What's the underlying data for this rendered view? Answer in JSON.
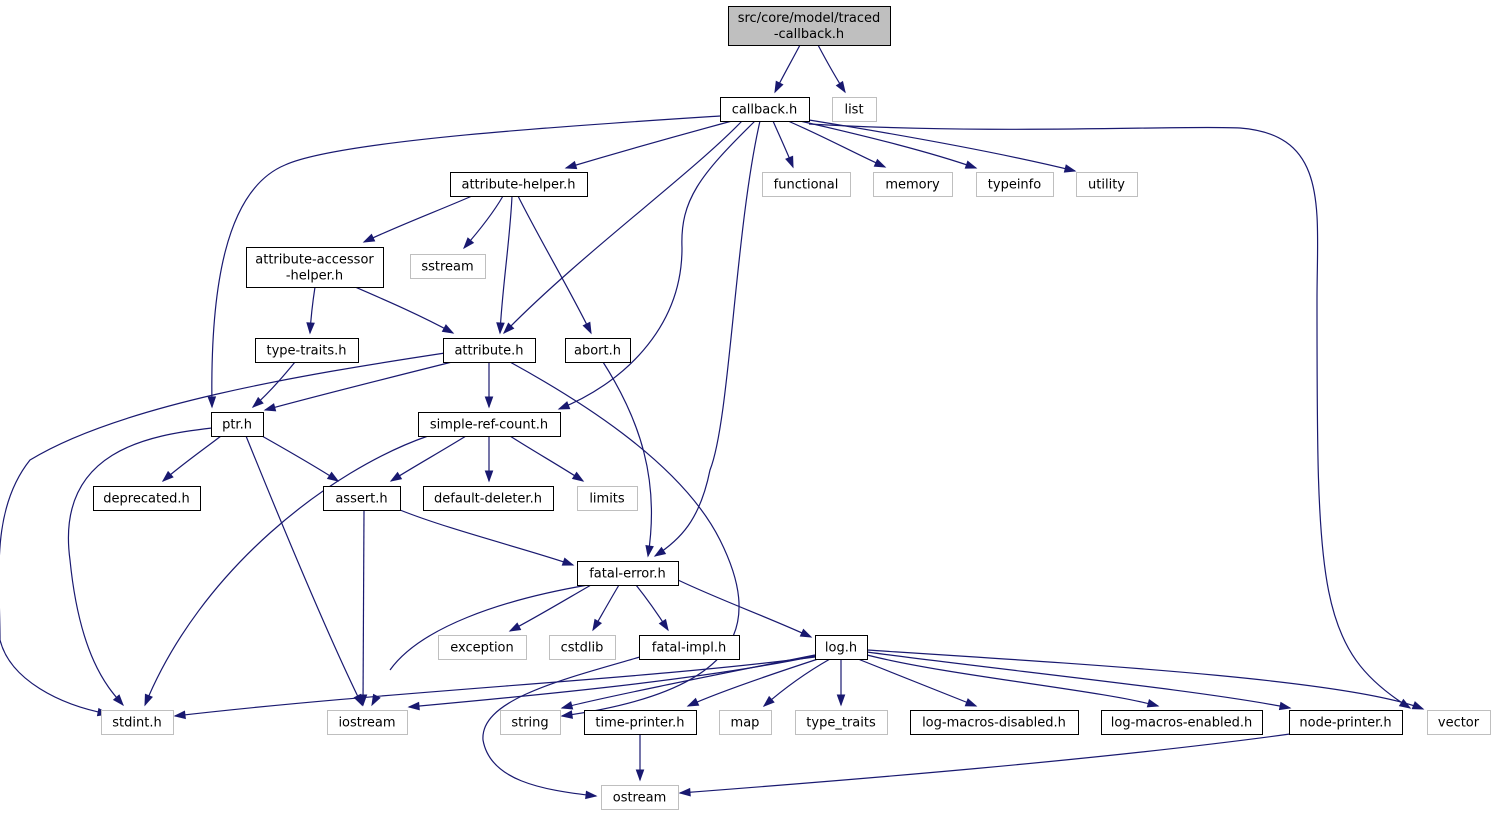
{
  "colors": {
    "edge": "#191970",
    "root_fill": "#bfbfbf",
    "root_border": "#000000",
    "documented_border": "#000000",
    "external_border": "#bfbfbf",
    "node_fill": "#ffffff",
    "text": "#000000"
  },
  "nodes": [
    {
      "id": "root",
      "lines": [
        "src/core/model/traced",
        "-callback.h"
      ],
      "kind": "root"
    },
    {
      "id": "callback",
      "lines": [
        "callback.h"
      ],
      "kind": "documented"
    },
    {
      "id": "list",
      "lines": [
        "list"
      ],
      "kind": "external"
    },
    {
      "id": "attribute_helper",
      "lines": [
        "attribute-helper.h"
      ],
      "kind": "documented"
    },
    {
      "id": "functional",
      "lines": [
        "functional"
      ],
      "kind": "external"
    },
    {
      "id": "memory",
      "lines": [
        "memory"
      ],
      "kind": "external"
    },
    {
      "id": "typeinfo",
      "lines": [
        "typeinfo"
      ],
      "kind": "external"
    },
    {
      "id": "utility",
      "lines": [
        "utility"
      ],
      "kind": "external"
    },
    {
      "id": "attribute_accessor_helper",
      "lines": [
        "attribute-accessor",
        "-helper.h"
      ],
      "kind": "documented"
    },
    {
      "id": "sstream",
      "lines": [
        "sstream"
      ],
      "kind": "external"
    },
    {
      "id": "type_traits_h",
      "lines": [
        "type-traits.h"
      ],
      "kind": "documented"
    },
    {
      "id": "attribute",
      "lines": [
        "attribute.h"
      ],
      "kind": "documented"
    },
    {
      "id": "abort",
      "lines": [
        "abort.h"
      ],
      "kind": "documented"
    },
    {
      "id": "ptr",
      "lines": [
        "ptr.h"
      ],
      "kind": "documented"
    },
    {
      "id": "simple_ref_count",
      "lines": [
        "simple-ref-count.h"
      ],
      "kind": "documented"
    },
    {
      "id": "deprecated",
      "lines": [
        "deprecated.h"
      ],
      "kind": "documented"
    },
    {
      "id": "assert",
      "lines": [
        "assert.h"
      ],
      "kind": "documented"
    },
    {
      "id": "default_deleter",
      "lines": [
        "default-deleter.h"
      ],
      "kind": "documented"
    },
    {
      "id": "limits",
      "lines": [
        "limits"
      ],
      "kind": "external"
    },
    {
      "id": "fatal_error",
      "lines": [
        "fatal-error.h"
      ],
      "kind": "documented"
    },
    {
      "id": "exception",
      "lines": [
        "exception"
      ],
      "kind": "external"
    },
    {
      "id": "cstdlib",
      "lines": [
        "cstdlib"
      ],
      "kind": "external"
    },
    {
      "id": "fatal_impl",
      "lines": [
        "fatal-impl.h"
      ],
      "kind": "documented"
    },
    {
      "id": "log",
      "lines": [
        "log.h"
      ],
      "kind": "documented"
    },
    {
      "id": "stdint",
      "lines": [
        "stdint.h"
      ],
      "kind": "external"
    },
    {
      "id": "iostream",
      "lines": [
        "iostream"
      ],
      "kind": "external"
    },
    {
      "id": "string",
      "lines": [
        "string"
      ],
      "kind": "external"
    },
    {
      "id": "time_printer",
      "lines": [
        "time-printer.h"
      ],
      "kind": "documented"
    },
    {
      "id": "map",
      "lines": [
        "map"
      ],
      "kind": "external"
    },
    {
      "id": "type_traits",
      "lines": [
        "type_traits"
      ],
      "kind": "external"
    },
    {
      "id": "log_macros_disabled",
      "lines": [
        "log-macros-disabled.h"
      ],
      "kind": "documented"
    },
    {
      "id": "log_macros_enabled",
      "lines": [
        "log-macros-enabled.h"
      ],
      "kind": "documented"
    },
    {
      "id": "node_printer",
      "lines": [
        "node-printer.h"
      ],
      "kind": "documented"
    },
    {
      "id": "vector",
      "lines": [
        "vector"
      ],
      "kind": "external"
    },
    {
      "id": "ostream",
      "lines": [
        "ostream"
      ],
      "kind": "external"
    }
  ],
  "edges": [
    {
      "from": "root",
      "to": "callback"
    },
    {
      "from": "root",
      "to": "list"
    },
    {
      "from": "callback",
      "to": "ptr"
    },
    {
      "from": "callback",
      "to": "attribute_helper"
    },
    {
      "from": "callback",
      "to": "attribute"
    },
    {
      "from": "callback",
      "to": "simple_ref_count"
    },
    {
      "from": "callback",
      "to": "fatal_error"
    },
    {
      "from": "callback",
      "to": "functional"
    },
    {
      "from": "callback",
      "to": "memory"
    },
    {
      "from": "callback",
      "to": "typeinfo"
    },
    {
      "from": "callback",
      "to": "utility"
    },
    {
      "from": "callback",
      "to": "vector"
    },
    {
      "from": "attribute_helper",
      "to": "attribute_accessor_helper"
    },
    {
      "from": "attribute_helper",
      "to": "sstream"
    },
    {
      "from": "attribute_helper",
      "to": "attribute"
    },
    {
      "from": "attribute_helper",
      "to": "abort"
    },
    {
      "from": "attribute_accessor_helper",
      "to": "type_traits_h"
    },
    {
      "from": "attribute_accessor_helper",
      "to": "attribute"
    },
    {
      "from": "type_traits_h",
      "to": "ptr"
    },
    {
      "from": "attribute",
      "to": "ptr"
    },
    {
      "from": "attribute",
      "to": "simple_ref_count"
    },
    {
      "from": "attribute",
      "to": "stdint"
    },
    {
      "from": "attribute",
      "to": "string"
    },
    {
      "from": "abort",
      "to": "fatal_error"
    },
    {
      "from": "ptr",
      "to": "deprecated"
    },
    {
      "from": "ptr",
      "to": "assert"
    },
    {
      "from": "ptr",
      "to": "stdint"
    },
    {
      "from": "ptr",
      "to": "iostream"
    },
    {
      "from": "simple_ref_count",
      "to": "assert"
    },
    {
      "from": "simple_ref_count",
      "to": "default_deleter"
    },
    {
      "from": "simple_ref_count",
      "to": "limits"
    },
    {
      "from": "simple_ref_count",
      "to": "stdint"
    },
    {
      "from": "assert",
      "to": "fatal_error"
    },
    {
      "from": "assert",
      "to": "iostream"
    },
    {
      "from": "fatal_error",
      "to": "exception"
    },
    {
      "from": "fatal_error",
      "to": "cstdlib"
    },
    {
      "from": "fatal_error",
      "to": "fatal_impl"
    },
    {
      "from": "fatal_error",
      "to": "log"
    },
    {
      "from": "fatal_error",
      "to": "iostream"
    },
    {
      "from": "fatal_impl",
      "to": "ostream"
    },
    {
      "from": "log",
      "to": "stdint"
    },
    {
      "from": "log",
      "to": "iostream"
    },
    {
      "from": "log",
      "to": "string"
    },
    {
      "from": "log",
      "to": "time_printer"
    },
    {
      "from": "log",
      "to": "map"
    },
    {
      "from": "log",
      "to": "type_traits"
    },
    {
      "from": "log",
      "to": "log_macros_disabled"
    },
    {
      "from": "log",
      "to": "log_macros_enabled"
    },
    {
      "from": "log",
      "to": "node_printer"
    },
    {
      "from": "log",
      "to": "vector"
    },
    {
      "from": "time_printer",
      "to": "ostream"
    },
    {
      "from": "node_printer",
      "to": "ostream"
    }
  ]
}
